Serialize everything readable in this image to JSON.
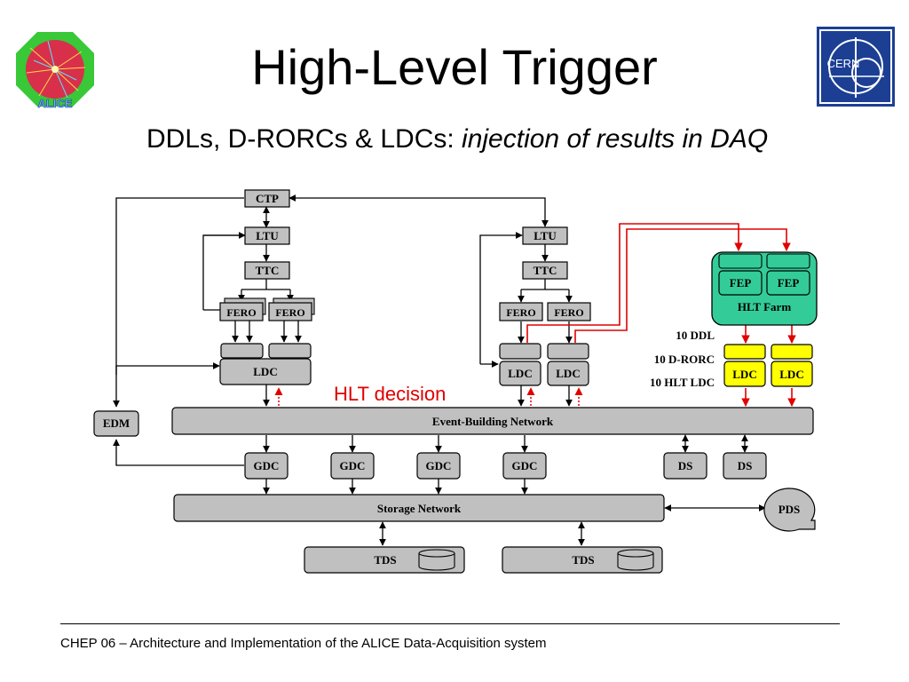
{
  "slide": {
    "title": "High-Level Trigger",
    "subtitle_plain": "DDLs, D-RORCs & LDCs: ",
    "subtitle_italic": "injection of results in DAQ",
    "footer": "CHEP 06 – Architecture and Implementation of the ALICE Data-Acquisition system"
  },
  "logos": {
    "alice_text": "ALICE",
    "cern_text": "CERN"
  },
  "diagram": {
    "ctp": "CTP",
    "ltu": "LTU",
    "ttc": "TTC",
    "fero": "FERO",
    "ldc": "LDC",
    "edm": "EDM",
    "gdc": "GDC",
    "ds": "DS",
    "pds": "PDS",
    "tds": "TDS",
    "fep": "FEP",
    "hlt_farm": "HLT Farm",
    "event_building_network": "Event-Building Network",
    "storage_network": "Storage Network",
    "hlt_decision": "HLT decision",
    "ddl_label": "10 DDL",
    "drorc_label": "10 D-RORC",
    "hlt_ldc_label": "10 HLT LDC"
  },
  "colors": {
    "box_gray": "#c0c0c0",
    "hlt_green": "#33cc99",
    "hlt_yellow": "#ffff00",
    "hlt_red": "#e00000",
    "cern_blue": "#1c3f94"
  }
}
